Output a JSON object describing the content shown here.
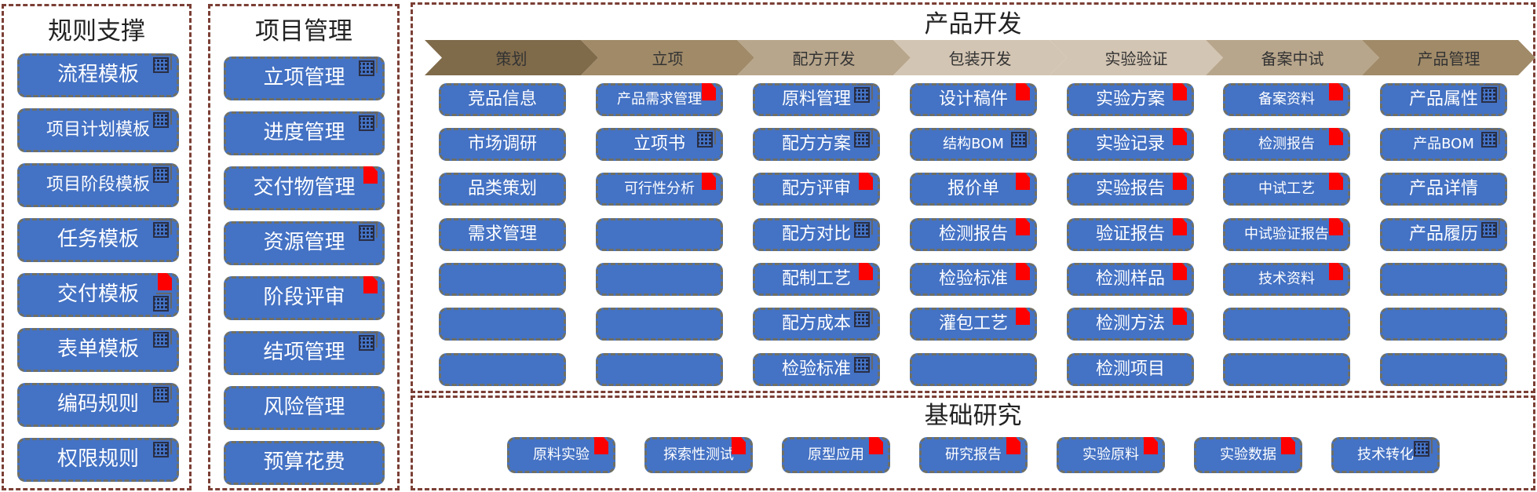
{
  "rules": {
    "title": "规则支撑",
    "items": [
      {
        "label": "流程模板",
        "icons": [
          "table"
        ]
      },
      {
        "label": "项目计划模板",
        "icons": [
          "table"
        ]
      },
      {
        "label": "项目阶段模板",
        "icons": [
          "table"
        ]
      },
      {
        "label": "任务模板",
        "icons": [
          "table"
        ]
      },
      {
        "label": "交付模板",
        "icons": [
          "pdf",
          "table"
        ]
      },
      {
        "label": "表单模板",
        "icons": [
          "table"
        ]
      },
      {
        "label": "编码规则",
        "icons": [
          "table"
        ]
      },
      {
        "label": "权限规则",
        "icons": [
          "table"
        ]
      }
    ]
  },
  "project": {
    "title": "项目管理",
    "items": [
      {
        "label": "立项管理",
        "icons": [
          "table"
        ]
      },
      {
        "label": "进度管理",
        "icons": [
          "table"
        ]
      },
      {
        "label": "交付物管理",
        "icons": [
          "pdf"
        ]
      },
      {
        "label": "资源管理",
        "icons": [
          "table"
        ]
      },
      {
        "label": "阶段评审",
        "icons": [
          "pdf"
        ]
      },
      {
        "label": "结项管理",
        "icons": [
          "table"
        ]
      },
      {
        "label": "风险管理",
        "icons": []
      },
      {
        "label": "预算花费",
        "icons": []
      }
    ]
  },
  "product_dev": {
    "title": "产品开发",
    "stages": [
      {
        "label": "策划",
        "color": "#7f6a4a",
        "items": [
          {
            "label": "竞品信息",
            "icons": []
          },
          {
            "label": "市场调研",
            "icons": []
          },
          {
            "label": "品类策划",
            "icons": []
          },
          {
            "label": "需求管理",
            "icons": []
          },
          {
            "label": "",
            "icons": []
          },
          {
            "label": "",
            "icons": []
          },
          {
            "label": "",
            "icons": []
          }
        ]
      },
      {
        "label": "立项",
        "color": "#a08a68",
        "items": [
          {
            "label": "产品需求管理",
            "icons": [
              "pdf"
            ]
          },
          {
            "label": "立项书",
            "icons": [
              "table"
            ]
          },
          {
            "label": "可行性分析",
            "icons": [
              "pdf"
            ]
          },
          {
            "label": "",
            "icons": []
          },
          {
            "label": "",
            "icons": []
          },
          {
            "label": "",
            "icons": []
          },
          {
            "label": "",
            "icons": []
          }
        ]
      },
      {
        "label": "配方开发",
        "color": "#b8a68c",
        "items": [
          {
            "label": "原料管理",
            "icons": [
              "table"
            ]
          },
          {
            "label": "配方方案",
            "icons": [
              "table"
            ]
          },
          {
            "label": "配方评审",
            "icons": [
              "pdf"
            ]
          },
          {
            "label": "配方对比",
            "icons": [
              "table"
            ]
          },
          {
            "label": "配制工艺",
            "icons": [
              "pdf"
            ]
          },
          {
            "label": "配方成本",
            "icons": [
              "table"
            ]
          },
          {
            "label": "检验标准",
            "icons": [
              "table"
            ]
          }
        ]
      },
      {
        "label": "包装开发",
        "color": "#d3c5b3",
        "items": [
          {
            "label": "设计稿件",
            "icons": [
              "pdf"
            ]
          },
          {
            "label": "结构BOM",
            "icons": [
              "table"
            ]
          },
          {
            "label": "报价单",
            "icons": [
              "pdf"
            ]
          },
          {
            "label": "检测报告",
            "icons": [
              "pdf"
            ]
          },
          {
            "label": "检验标准",
            "icons": [
              "pdf"
            ]
          },
          {
            "label": "灌包工艺",
            "icons": [
              "pdf"
            ]
          },
          {
            "label": "",
            "icons": []
          }
        ]
      },
      {
        "label": "实验验证",
        "color": "#d3c5b3",
        "items": [
          {
            "label": "实验方案",
            "icons": [
              "pdf"
            ]
          },
          {
            "label": "实验记录",
            "icons": [
              "pdf"
            ]
          },
          {
            "label": "实验报告",
            "icons": [
              "pdf"
            ]
          },
          {
            "label": "验证报告",
            "icons": [
              "pdf"
            ]
          },
          {
            "label": "检测样品",
            "icons": [
              "pdf"
            ]
          },
          {
            "label": "检测方法",
            "icons": [
              "pdf"
            ]
          },
          {
            "label": "检测项目",
            "icons": []
          }
        ]
      },
      {
        "label": "备案中试",
        "color": "#b8a68c",
        "items": [
          {
            "label": "备案资料",
            "icons": [
              "pdf"
            ]
          },
          {
            "label": "检测报告",
            "icons": [
              "pdf"
            ]
          },
          {
            "label": "中试工艺",
            "icons": [
              "pdf"
            ]
          },
          {
            "label": "中试验证报告",
            "icons": [
              "pdf"
            ]
          },
          {
            "label": "技术资料",
            "icons": [
              "pdf"
            ]
          },
          {
            "label": "",
            "icons": []
          },
          {
            "label": "",
            "icons": []
          }
        ]
      },
      {
        "label": "产品管理",
        "color": "#a08a68",
        "items": [
          {
            "label": "产品属性",
            "icons": [
              "table"
            ]
          },
          {
            "label": "产品BOM",
            "icons": [
              "table"
            ]
          },
          {
            "label": "产品详情",
            "icons": []
          },
          {
            "label": "产品履历",
            "icons": [
              "table"
            ]
          },
          {
            "label": "",
            "icons": []
          },
          {
            "label": "",
            "icons": []
          },
          {
            "label": "",
            "icons": []
          }
        ]
      }
    ]
  },
  "research": {
    "title": "基础研究",
    "items": [
      {
        "label": "原料实验",
        "icons": [
          "pdf"
        ]
      },
      {
        "label": "探索性测试",
        "icons": [
          "pdf"
        ]
      },
      {
        "label": "原型应用",
        "icons": [
          "pdf"
        ]
      },
      {
        "label": "研究报告",
        "icons": [
          "pdf"
        ]
      },
      {
        "label": "实验原料",
        "icons": [
          "pdf"
        ]
      },
      {
        "label": "实验数据",
        "icons": [
          "pdf"
        ]
      },
      {
        "label": "技术转化",
        "icons": [
          "table"
        ]
      }
    ]
  }
}
